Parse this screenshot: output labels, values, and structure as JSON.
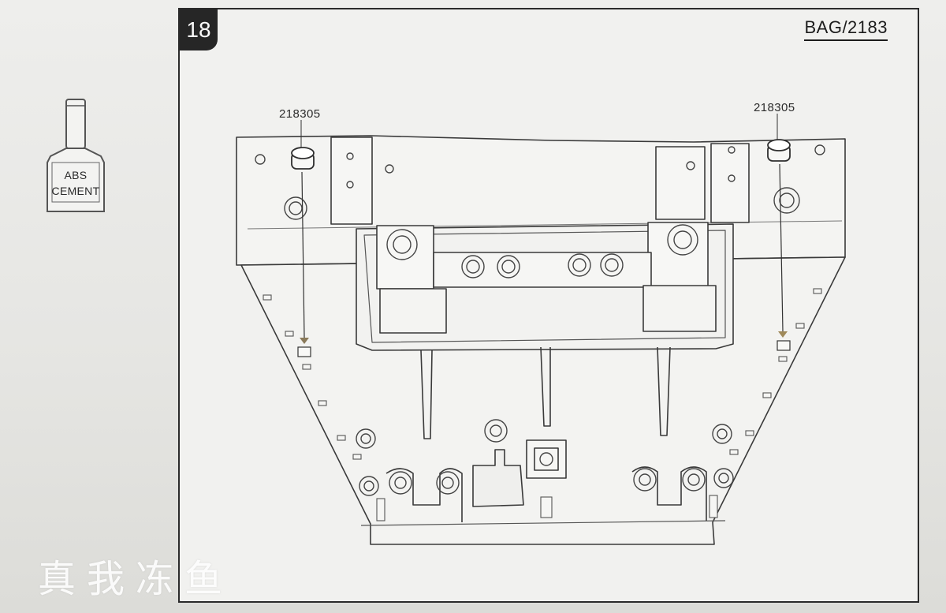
{
  "glue": {
    "label": "ABS\nCEMENT"
  },
  "step": {
    "number": "18",
    "bag": "BAG/2183"
  },
  "parts": {
    "left_part": "218305",
    "right_part": "218305"
  },
  "watermark": "真我冻鱼"
}
